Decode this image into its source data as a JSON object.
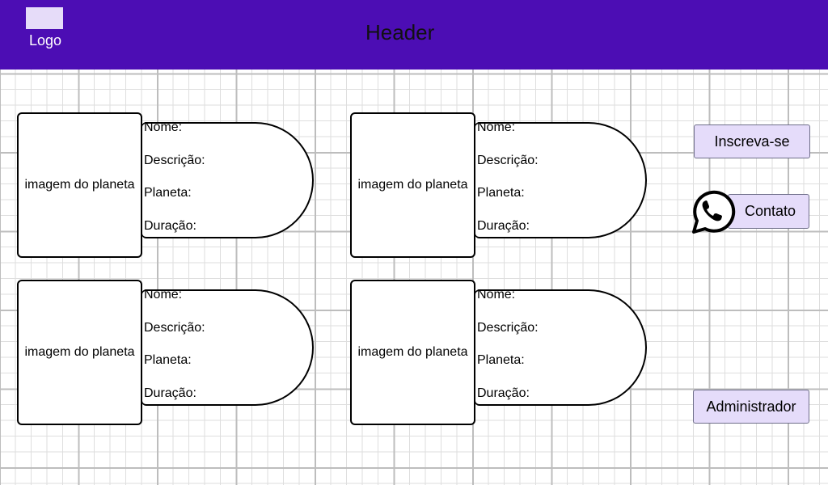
{
  "header": {
    "logo_label": "Logo",
    "title": "Header",
    "background_color": "#4c0db4"
  },
  "cards": [
    {
      "image_label": "imagem do planeta",
      "fields": [
        "Nome:",
        "Descrição:",
        "Planeta:",
        "Duração:"
      ]
    },
    {
      "image_label": "imagem do planeta",
      "fields": [
        "Nome:",
        "Descrição:",
        "Planeta:",
        "Duração:"
      ]
    },
    {
      "image_label": "imagem do planeta",
      "fields": [
        "Nome:",
        "Descrição:",
        "Planeta:",
        "Duração:"
      ]
    },
    {
      "image_label": "imagem do planeta",
      "fields": [
        "Nome:",
        "Descrição:",
        "Planeta:",
        "Duração:"
      ]
    }
  ],
  "sidebar": {
    "subscribe_label": "Inscreva-se",
    "contact_label": "Contato",
    "contact_icon": "whatsapp-icon",
    "admin_label": "Administrador",
    "button_color": "#e5dcfa"
  }
}
